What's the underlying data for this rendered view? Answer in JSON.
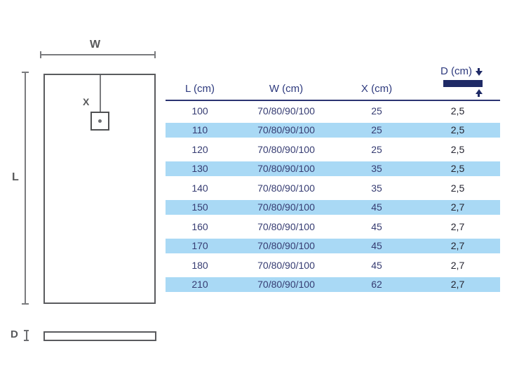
{
  "diagram": {
    "width_label": "W",
    "length_label": "L",
    "drain_offset_label": "X",
    "depth_label": "D"
  },
  "table": {
    "headers": {
      "l": "L (cm)",
      "w": "W (cm)",
      "x": "X (cm)",
      "d": "D (cm)"
    },
    "rows": [
      {
        "l": "100",
        "w": "70/80/90/100",
        "x": "25",
        "d": "2,5"
      },
      {
        "l": "110",
        "w": "70/80/90/100",
        "x": "25",
        "d": "2,5"
      },
      {
        "l": "120",
        "w": "70/80/90/100",
        "x": "25",
        "d": "2,5"
      },
      {
        "l": "130",
        "w": "70/80/90/100",
        "x": "35",
        "d": "2,5"
      },
      {
        "l": "140",
        "w": "70/80/90/100",
        "x": "35",
        "d": "2,5"
      },
      {
        "l": "150",
        "w": "70/80/90/100",
        "x": "45",
        "d": "2,7"
      },
      {
        "l": "160",
        "w": "70/80/90/100",
        "x": "45",
        "d": "2,7"
      },
      {
        "l": "170",
        "w": "70/80/90/100",
        "x": "45",
        "d": "2,7"
      },
      {
        "l": "180",
        "w": "70/80/90/100",
        "x": "45",
        "d": "2,7"
      },
      {
        "l": "210",
        "w": "70/80/90/100",
        "x": "62",
        "d": "2,7"
      }
    ]
  },
  "icons": {
    "depth_down_arrow": "arrow-down",
    "depth_up_arrow": "arrow-up",
    "depth_tick": "depth-dimension-tick"
  },
  "colors": {
    "navy_text": "#2e3a7e",
    "navy_bar": "#1f2a66",
    "divider_navy": "#2b3372",
    "row_band_blue": "#a9d9f5",
    "diagram_gray": "#6d6e71"
  }
}
